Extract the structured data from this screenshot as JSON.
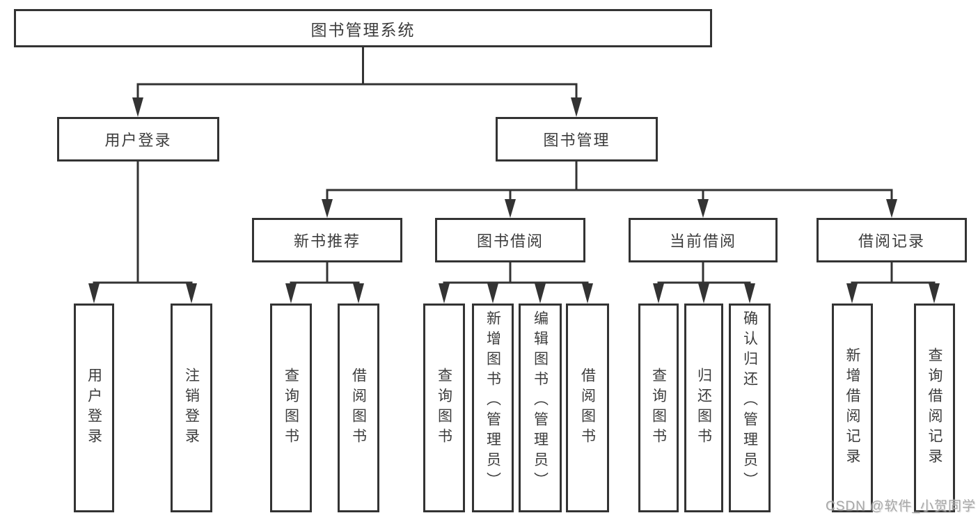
{
  "diagram": {
    "title": {
      "label": "图书管理系统"
    },
    "user_login": {
      "label": "用户登录",
      "children": [
        "用户登录",
        "注销登录"
      ]
    },
    "book_management": {
      "label": "图书管理",
      "groups": [
        {
          "label": "新书推荐",
          "children": [
            "查询图书",
            "借阅图书"
          ]
        },
        {
          "label": "图书借阅",
          "children": [
            "查询图书",
            "新增图书（管理员）",
            "编辑图书（管理员）",
            "借阅图书"
          ]
        },
        {
          "label": "当前借阅",
          "children": [
            "查询图书",
            "归还图书",
            "确认归还（管理员）"
          ]
        },
        {
          "label": "借阅记录",
          "children": [
            "新增借阅记录",
            "查询借阅记录"
          ]
        }
      ]
    },
    "colors": {
      "line": "#333333",
      "text": "#3c3c3c",
      "background": "#ffffff",
      "watermark": "#9e9e9e"
    }
  },
  "watermark": {
    "text": "CSDN @软件_小贺同学"
  }
}
